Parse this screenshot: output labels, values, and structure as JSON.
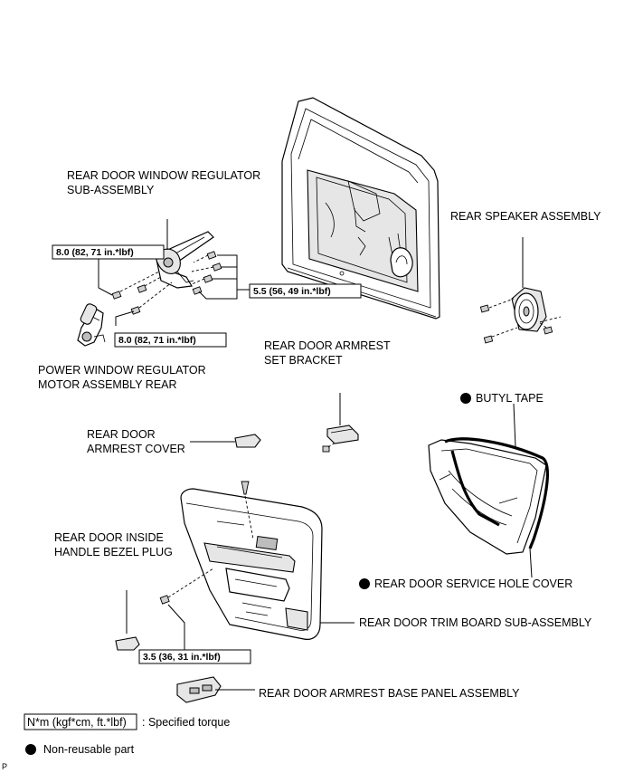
{
  "labels": {
    "window_regulator_1": "REAR DOOR WINDOW REGULATOR",
    "window_regulator_2": "SUB-ASSEMBLY",
    "speaker": "REAR SPEAKER ASSEMBLY",
    "motor_1": "POWER WINDOW REGULATOR",
    "motor_2": "MOTOR ASSEMBLY REAR",
    "armrest_bracket_1": "REAR DOOR ARMREST",
    "armrest_bracket_2": "SET BRACKET",
    "butyl_tape": "BUTYL TAPE",
    "armrest_cover_1": "REAR DOOR",
    "armrest_cover_2": "ARMREST COVER",
    "bezel_plug_1": "REAR DOOR INSIDE",
    "bezel_plug_2": "HANDLE BEZEL PLUG",
    "service_hole_cover": "REAR DOOR SERVICE HOLE COVER",
    "trim_board": "REAR DOOR TRIM BOARD SUB-ASSEMBLY",
    "armrest_base": "REAR DOOR ARMREST BASE PANEL ASSEMBLY"
  },
  "torques": {
    "regulator_upper": "8.0 (82, 71 in.*lbf)",
    "regulator_lower": "8.0 (82, 71 in.*lbf)",
    "regulator_right": "5.5 (56, 49 in.*lbf)",
    "trim_screw": "3.5 (36, 31 in.*lbf)"
  },
  "legend": {
    "torque_unit": "N*m (kgf*cm, ft.*lbf)",
    "torque_desc": ": Specified torque",
    "nonreusable": "Non-reusable part"
  },
  "corner_code": "P"
}
